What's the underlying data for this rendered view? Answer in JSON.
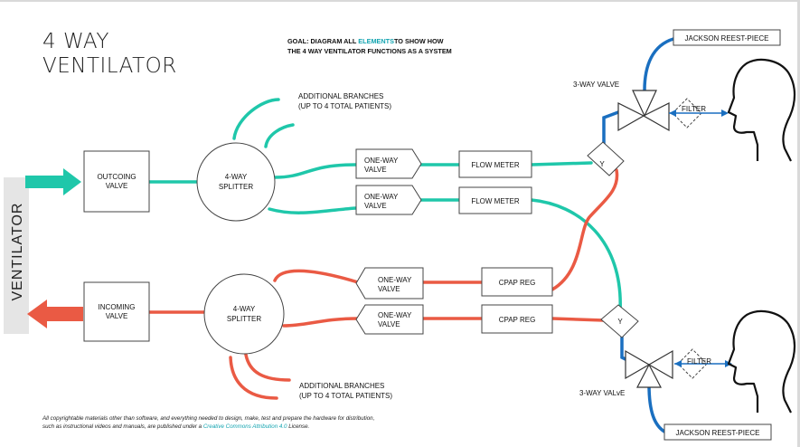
{
  "title": [
    "4 WAY",
    "VENTILATOR"
  ],
  "goal": {
    "line1_prefix": "GOAL: DIAGRAM ALL",
    "line1_highlight": "ELEMENTS",
    "line1_suffix": "TO SHOW HOW",
    "line2": "THE 4 WAY VENTILATOR FUNCTIONS AS A SYSTEM"
  },
  "ventilator_label": "VENTILATOR",
  "colors": {
    "outgoing": "#1fc7aa",
    "incoming": "#ea5a44",
    "tubing": "#1a6fc0"
  },
  "nodes": {
    "outcoming_valve": [
      "OUTCOING",
      "VALVE"
    ],
    "incoming_valve": [
      "INCOMING",
      "VALVE"
    ],
    "splitter_top": [
      "4-WAY",
      "SPLITTER"
    ],
    "splitter_bottom": [
      "4-WAY",
      "SPLITTER"
    ],
    "one_way_valve": [
      "ONE-WAY",
      "VALVE"
    ],
    "flow_meter": "FLOW METER",
    "cpap_reg": "CPAP REG",
    "y_connector": "Y",
    "filter": "FILTER",
    "jackson_reest": "JACKSON REEST-PIECE",
    "three_way_valve_top": "3-WAY VALVE",
    "three_way_valve_bottom": "3-WAY VALvE"
  },
  "additional_branches": [
    "ADDITIONAL BRANCHES",
    "(UP TO 4 TOTAL PATIENTS)"
  ],
  "footer": {
    "line1": "All copyrightable materials other than software, and everything needed to design, make, test and prepare the hardware for distribution,",
    "line2_prefix": "such as instructional videos and manuals, are published under a",
    "line2_link": "Creative Commons  Attribution 4.0",
    "line2_suffix": "License."
  }
}
